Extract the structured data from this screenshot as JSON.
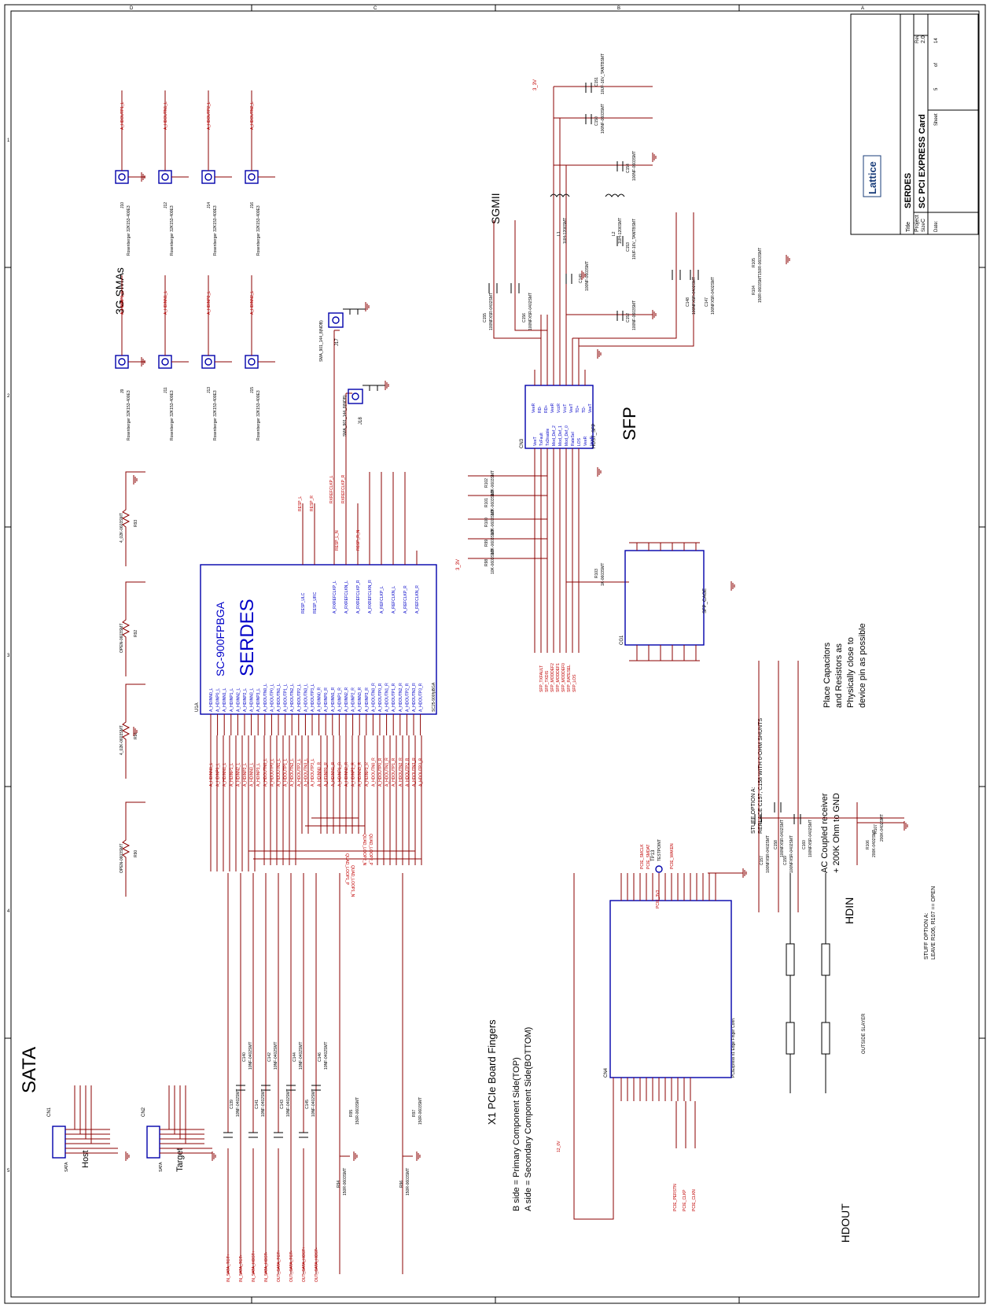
{
  "title_block": {
    "company": "Lattice",
    "title_label": "Title",
    "title": "SERDES",
    "project_label": "Project",
    "project": "SC PCI EXPRESS Card",
    "size_label": "Size",
    "size": "C",
    "rev_label": "Rev",
    "rev": "2.0",
    "date_label": "Date:",
    "sheet_label": "Sheet",
    "sheet": "5",
    "of_label": "of",
    "of": "14"
  },
  "sections": {
    "sata": "SATA",
    "smas": "3G SMAs",
    "sgmii": "SGMII",
    "sfp": "SFP",
    "pcie_fingers": "X1 PCIe Board Fingers",
    "b_side": "B side = Primary Component Side(TOP)",
    "a_side": "A side = Secondary Component Side(BOTTOM)",
    "hdin": "HDIN",
    "hdout": "HDOUT",
    "host": "Host",
    "target": "Target"
  },
  "notes": {
    "place_caps": [
      "Place Capacitors",
      "and Resistors as",
      "Physically close to",
      "device pin as possible"
    ],
    "ac_coupled": [
      "AC Coupled receiver",
      "+ 200K Ohm to GND"
    ],
    "stuff_a1": [
      "STUFF OPTION A:",
      "REPLACE C157, C158 WITH 0-OHM SHUNTS"
    ],
    "stuff_a2": [
      "STUFF OPTION A:",
      "LEAVE R106, R107 == OPEN"
    ],
    "outside_slayer": "OUTSIDE SLAYER"
  },
  "serdes": {
    "ref": "U1A",
    "part": "SC-900FPBGA",
    "name": "SERDES",
    "pkg": "SC25-900fpBGA",
    "left_pins": [
      "A_HDINN0_L",
      "A_HDINP0_L",
      "A_HDINN1_L",
      "A_HDINP1_L",
      "A_HDINN2_L",
      "A_HDINP2_L",
      "A_HDINN3_L",
      "A_HDINP3_L",
      "A_HDOUTN0_L",
      "A_HDOUTP0_L",
      "A_HDOUTN1_L",
      "A_HDOUTP1_L",
      "A_HDOUTN2_L",
      "A_HDOUTP2_L",
      "A_HDOUTN3_L",
      "A_HDOUTP3_L",
      "A_HDINN0_R",
      "A_HDINP0_R",
      "A_HDINN1_R",
      "A_HDINP1_R",
      "A_HDINN2_R",
      "A_HDINP2_R",
      "A_HDINN3_R",
      "A_HDINP3_R",
      "A_HDOUTN0_R",
      "A_HDOUTP0_R",
      "A_HDOUTN1_R",
      "A_HDOUTP1_R",
      "A_HDOUTN2_R",
      "A_HDOUTP2_R",
      "A_HDOUTN3_R",
      "A_HDOUTP3_R"
    ],
    "right_pins": [
      "RESP_ULC",
      "RESP_URC",
      "A_RXREFCLKP_L",
      "A_RXREFCLKN_L",
      "A_RXREFCLKP_R",
      "A_RXREFCLKN_R",
      "A_REFCLKP_L",
      "A_REFCLKN_L",
      "A_REFCLKP_R",
      "A_REFCLKN_R"
    ]
  },
  "smas": [
    {
      "ref": "J10",
      "part": "Rosenberger 32K153-400E3",
      "net": "A_HDOUTP1_L"
    },
    {
      "ref": "J12",
      "part": "Rosenberger 32K153-400E3",
      "net": "A_HDOUTN1_L"
    },
    {
      "ref": "J14",
      "part": "Rosenberger 32K153-400E3",
      "net": "A_HDOUTP2_L"
    },
    {
      "ref": "J16",
      "part": "Rosenberger 32K153-400E3",
      "net": "A_HDOUTN2_L"
    },
    {
      "ref": "J9",
      "part": "Rosenberger 32K153-400E3",
      "net": "A_HDINP1_L"
    },
    {
      "ref": "J11",
      "part": "Rosenberger 32K153-400E3",
      "net": "A_HDINN1_L"
    },
    {
      "ref": "J13",
      "part": "Rosenberger 32K153-400E3",
      "net": "A_HDINP2_L"
    },
    {
      "ref": "J15",
      "part": "Rosenberger 32K153-400E3",
      "net": "A_HDINN2_L"
    }
  ],
  "sfp": {
    "ref": "CN3",
    "name": "HOST_SFP",
    "cage_ref": "CG1",
    "cage": "SFP_CAGE",
    "left_pins": [
      "VeeT",
      "TxFault",
      "TxDisable",
      "Mod_Def_2",
      "Mod_Def_1",
      "Mod_Def_0",
      "RateSel",
      "LOS",
      "VeeR",
      "VeeR"
    ],
    "right_pins": [
      "VeeT",
      "TD-",
      "TD+",
      "VeeT",
      "VccT",
      "VccR",
      "VeeR",
      "RD+",
      "RD-",
      "VeeR"
    ],
    "signals": [
      "SFP_TXFAULT",
      "SFP_TXDIS",
      "SFP_MODDEF2",
      "SFP_MODDEF1",
      "SFP_MODDEF0",
      "SFP_RATESEL",
      "SFP_LOS"
    ]
  },
  "pcie": {
    "ref": "CN4",
    "name": "PCIExpress x1 Edge Finger Conn.",
    "testpoint": "TP13",
    "testpoint_label": "TESTPOINT",
    "nets": [
      "PCIE_SMCLK",
      "PCIE_SMDAT",
      "PCIE_3V3",
      "PCIE_WAKEN",
      "PCIE_PERSTN",
      "PCIE_CLKP",
      "PCIE_CLKN",
      "12_0V"
    ]
  },
  "labels": {
    "v33": "3_3V",
    "quad_loop1_p": "QUAD_LOOP1_P",
    "quad_loop1_n": "QUAD_LOOP1_N",
    "quad_loop2_p": "QUAD_LOOP2_P",
    "quad_loop2_n": "QUAD_LOOP2_N",
    "j17": "J17",
    "j18": "J18",
    "j17_part": "SMA_901_144_8(NOB)",
    "j18_part": "SMA_901_144_8(NOB)",
    "rxrefclkp": "RXREFCLKP_L",
    "rxrefclkn": "RXREFCLKP_R",
    "resp_l": "RESP_L",
    "resp_r": "RESP_R",
    "resp_l_n": "RESP_L_N",
    "resp_r_n": "RESP_R_N"
  },
  "components": [
    {
      "ref": "R90",
      "val": "OPEN-0603SMT"
    },
    {
      "ref": "R91",
      "val": "4_02K-0603SMT"
    },
    {
      "ref": "R92",
      "val": "OPEN-0603SMT"
    },
    {
      "ref": "R93",
      "val": "4_02K-0603SMT"
    },
    {
      "ref": "R94",
      "val": "150R-0603SMT"
    },
    {
      "ref": "R95",
      "val": "150R-0603SMT"
    },
    {
      "ref": "R96",
      "val": "150R-0603SMT"
    },
    {
      "ref": "R97",
      "val": "150R-0603SMT"
    },
    {
      "ref": "R98",
      "val": "10K-0603SMT"
    },
    {
      "ref": "R99",
      "val": "10K-0603SMT"
    },
    {
      "ref": "R100",
      "val": "10K-0603SMT"
    },
    {
      "ref": "R101",
      "val": "10K-0603SMT"
    },
    {
      "ref": "R102",
      "val": "10K-0603SMT"
    },
    {
      "ref": "R103",
      "val": "1K-0603SMT"
    },
    {
      "ref": "R104",
      "val": "150R-0603SMT"
    },
    {
      "ref": "R105",
      "val": "150R-0603SMT"
    },
    {
      "ref": "R106",
      "val": "200K-0402SMT"
    },
    {
      "ref": "R107",
      "val": "200K-0402SMT"
    },
    {
      "ref": "C139",
      "val": "10NF-0402SMT"
    },
    {
      "ref": "C140",
      "val": "10NF-0402SMT"
    },
    {
      "ref": "C141",
      "val": "10NF-0402SMT"
    },
    {
      "ref": "C142",
      "val": "10NF-0402SMT"
    },
    {
      "ref": "C143",
      "val": "10NF-0402SMT"
    },
    {
      "ref": "C144",
      "val": "10NF-0402SMT"
    },
    {
      "ref": "C145",
      "val": "10NF-0402SMT"
    },
    {
      "ref": "C146",
      "val": "10NF-0402SMT"
    },
    {
      "ref": "C147",
      "val": "100NFX5R-0402SMT"
    },
    {
      "ref": "C148",
      "val": "100NFX5R-0402SMT"
    },
    {
      "ref": "C149",
      "val": "100NF-0603SMT"
    },
    {
      "ref": "C150",
      "val": "100NF-0603SMT"
    },
    {
      "ref": "C151",
      "val": "10UF-16V_TANTBSMT"
    },
    {
      "ref": "C152",
      "val": "100NF-0603SMT"
    },
    {
      "ref": "C153",
      "val": "10UF-16V_TANTBSMT"
    },
    {
      "ref": "C154",
      "val": "100NF-0603SMT"
    },
    {
      "ref": "C155",
      "val": "100NFX5R-0402SMT"
    },
    {
      "ref": "C156",
      "val": "100NFX5R-0402SMT"
    },
    {
      "ref": "C157",
      "val": "100NFX5R-0402SMT"
    },
    {
      "ref": "C158",
      "val": "100NFX5R-0402SMT"
    },
    {
      "ref": "C159",
      "val": "100NFX5R-0402SMT"
    },
    {
      "ref": "C160",
      "val": "100NFX5R-0402SMT"
    },
    {
      "ref": "L1",
      "val": "1UH-1206SMT"
    },
    {
      "ref": "L2",
      "val": "1UH-1206SMT"
    }
  ],
  "sata_nets": [
    "IN_SATA_TGT+",
    "IN_SATA_TGT-",
    "IN_SATA_HOST+",
    "IN_SATA_HOST-",
    "OUT_SATA_TGT+",
    "OUT_SATA_TGT-",
    "OUT_SATA_HOST+",
    "OUT_SATA_HOST-"
  ],
  "sata_conn": {
    "cn1": "CN1",
    "cn2": "CN2",
    "name": "SATA"
  },
  "frame": {
    "top": [
      "D",
      "C",
      "B",
      "A"
    ],
    "side": [
      "1",
      "2",
      "3",
      "4",
      "5"
    ]
  },
  "colors": {
    "wire": "#8b0000",
    "part": "#0000aa",
    "net": "#c00000",
    "title": "#0000c8"
  }
}
